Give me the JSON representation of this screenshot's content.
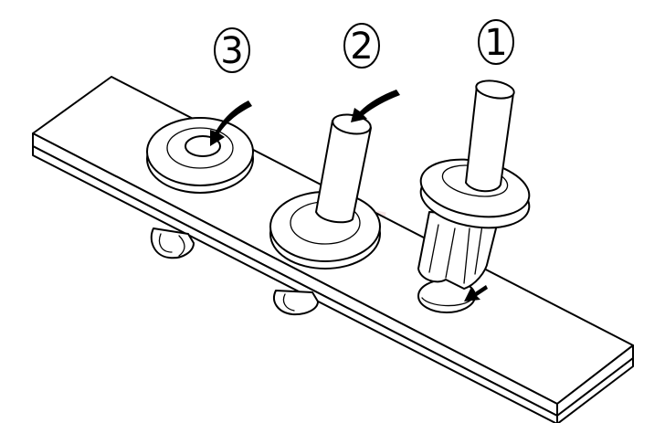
{
  "steps": [
    {
      "label": "3"
    },
    {
      "label": "2"
    },
    {
      "label": "1"
    }
  ],
  "watermark": "RCON",
  "watermark_mark": "®",
  "colors": {
    "line": "#000000",
    "background": "#ffffff",
    "watermark": "#e9c7c7"
  }
}
